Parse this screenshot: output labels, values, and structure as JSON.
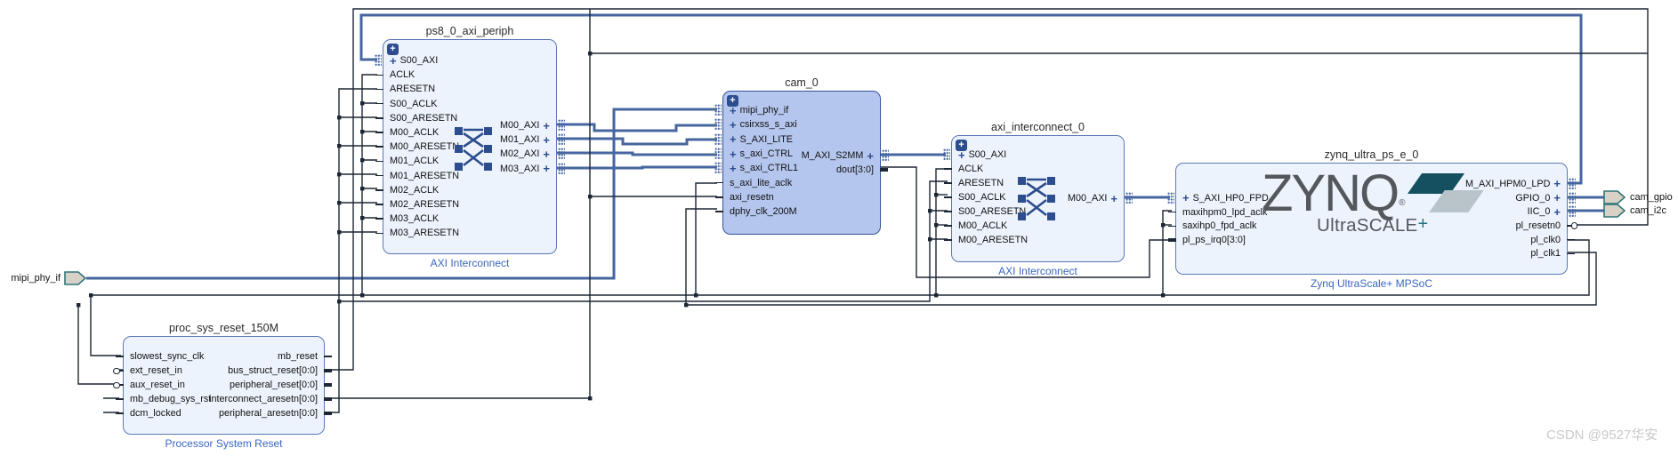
{
  "icons": {
    "expand": "+",
    "interface": "+"
  },
  "colors": {
    "block_fill": "#edf3fc",
    "block_border": "#5b79b4",
    "selected_fill": "#b5c6ee",
    "selected_border": "#33539a",
    "footer_text": "#3a66c0",
    "wire_thick": "#46659f",
    "wire_thin": "#1c2634",
    "port_fill": "#d8d1c8",
    "port_border": "#2f7676",
    "watermark": "#c8c8c8",
    "zynq_logo_gray": "#54585d",
    "zynq_teal": "#14505f"
  },
  "blocks": {
    "ps8": {
      "title": "ps8_0_axi_periph",
      "footer": "AXI Interconnect",
      "left": [
        "S00_AXI",
        "ACLK",
        "ARESETN",
        "S00_ACLK",
        "S00_ARESETN",
        "M00_ACLK",
        "M00_ARESETN",
        "M01_ACLK",
        "M01_ARESETN",
        "M02_ACLK",
        "M02_ARESETN",
        "M03_ACLK",
        "M03_ARESETN"
      ],
      "right": [
        "M00_AXI",
        "M01_AXI",
        "M02_AXI",
        "M03_AXI"
      ]
    },
    "cam": {
      "title": "cam_0",
      "left": [
        "mipi_phy_if",
        "csirxss_s_axi",
        "S_AXI_LITE",
        "s_axi_CTRL",
        "s_axi_CTRL1",
        "s_axi_lite_aclk",
        "axi_resetn",
        "dphy_clk_200M"
      ],
      "right": [
        "M_AXI_S2MM",
        "dout[3:0]"
      ]
    },
    "axi": {
      "title": "axi_interconnect_0",
      "footer": "AXI Interconnect",
      "left": [
        "S00_AXI",
        "ACLK",
        "ARESETN",
        "S00_ACLK",
        "S00_ARESETN",
        "M00_ACLK",
        "M00_ARESETN"
      ],
      "right": [
        "M00_AXI"
      ]
    },
    "zynq": {
      "title": "zynq_ultra_ps_e_0",
      "footer": "Zynq UltraScale+ MPSoC",
      "logo": {
        "main": "ZYNQ",
        "reg": "®",
        "sub": "UltraSCALE",
        "plus": "+"
      },
      "left": [
        "S_AXI_HP0_FPD",
        "maxihpm0_lpd_aclk",
        "saxihp0_fpd_aclk",
        "pl_ps_irq0[3:0]"
      ],
      "right": [
        "M_AXI_HPM0_LPD",
        "GPIO_0",
        "IIC_0",
        "pl_resetn0",
        "pl_clk0",
        "pl_clk1"
      ]
    },
    "proc": {
      "title": "proc_sys_reset_150M",
      "footer": "Processor System Reset",
      "left": [
        "slowest_sync_clk",
        "ext_reset_in",
        "aux_reset_in",
        "mb_debug_sys_rst",
        "dcm_locked"
      ],
      "right": [
        "mb_reset",
        "bus_struct_reset[0:0]",
        "peripheral_reset[0:0]",
        "interconnect_aresetn[0:0]",
        "peripheral_aresetn[0:0]"
      ]
    }
  },
  "external_ports": {
    "mipi": "mipi_phy_if",
    "gpio": "cam_gpio",
    "i2c": "cam_i2c"
  },
  "watermark": "CSDN @9527华安"
}
